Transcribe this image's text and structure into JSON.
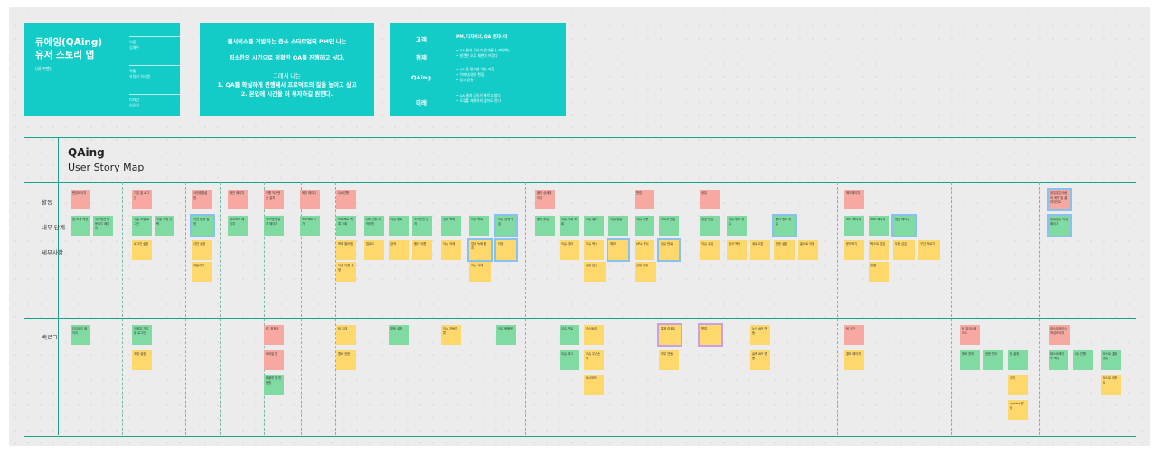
{
  "panel1": {
    "title_line1": "큐에잉(QAing)",
    "title_line2": "유저 스토리 맵",
    "subtitle": "(워크맵)",
    "meta": [
      {
        "k": "이름",
        "v": "김예우"
      },
      {
        "k": "역할",
        "v": "유틸리 하세원"
      },
      {
        "k": "디자인",
        "v": "이유이"
      }
    ]
  },
  "panel2": {
    "l1": "웹서비스를 개발하는 중소 스타트업의 PM인 나는",
    "l2": "최소한의 시간으로 정확한 QA를 진행하고 싶다.",
    "l3": "그래서 나는",
    "l4": "1. QA를 확실하게 진행해서 프로덕트의 질을 높이고 싶고",
    "l5": "2. 본업에 시간을 더 투자하길 원한다."
  },
  "panel3": {
    "labels": [
      "고객",
      "현재",
      "QAing",
      "미래"
    ],
    "customer": "PM, 디자이너, QA 엔지니어",
    "current": "• QA 결과 공유가 번거롭다 (파편화)\n• 발견한 오류 재현이 어렵다",
    "qaing": "• QA 중 필요한 이슈 저장\n• 이미지/영상 편집\n• 링크 공유",
    "future": "• QA 결과 공유가 빠르고 쉽다\n• 오류를 재현하지 않아도 된다"
  },
  "map": {
    "title": "QAing",
    "subtitle": "User Story Map",
    "row_labels": [
      "활동",
      "내부 단계",
      "세부사항",
      "백로그"
    ]
  },
  "notes": [
    {
      "id": "a1",
      "t": "랜딩페이지",
      "c": "r"
    },
    {
      "id": "a2",
      "t": "가입 및 로그인",
      "c": "r"
    },
    {
      "id": "a3",
      "t": "사전환경설정",
      "c": "r"
    },
    {
      "id": "a4",
      "t": "메인 페이지",
      "c": "r"
    },
    {
      "id": "a5",
      "t": "크롬 익스텐션 설치",
      "c": "r"
    },
    {
      "id": "a6",
      "t": "메인 페이지",
      "c": "r"
    },
    {
      "id": "a7",
      "t": "QA 진행",
      "c": "r"
    },
    {
      "id": "a8",
      "t": "폴더 상세페이지",
      "c": "r"
    },
    {
      "id": "a9",
      "t": "편집",
      "c": "r"
    },
    {
      "id": "a10",
      "t": "공유",
      "c": "r"
    },
    {
      "id": "a11",
      "t": "에러페이지",
      "c": "r"
    },
    {
      "id": "a12",
      "t": "공유받은사람의 화면 및 클라이언트",
      "c": "r",
      "b": true
    },
    {
      "id": "s1",
      "t": "웹 소개 섹션",
      "c": "g"
    },
    {
      "id": "s2",
      "t": "익스텐션 다운로드 페이지",
      "c": "g"
    },
    {
      "id": "s3",
      "t": "구글 소셜 로그인",
      "c": "g"
    },
    {
      "id": "s4",
      "t": "구글 계정 선택",
      "c": "g"
    },
    {
      "id": "s5",
      "t": "사전 환경 설정",
      "c": "g",
      "b": true
    },
    {
      "id": "s6",
      "t": "대시보드 페이지",
      "c": "g"
    },
    {
      "id": "s7",
      "t": "익스텐션 설치 페이지",
      "c": "g"
    },
    {
      "id": "s8",
      "t": "프로젝트 추가",
      "c": "g"
    },
    {
      "id": "s9",
      "t": "프로젝트 목록 조회",
      "c": "g"
    },
    {
      "id": "s10",
      "t": "QA 진행 시작하기",
      "c": "g"
    },
    {
      "id": "s11",
      "t": "이슈 등록",
      "c": "g"
    },
    {
      "id": "s12",
      "t": "스크린샷 캡처",
      "c": "g"
    },
    {
      "id": "s13",
      "t": "영상 녹화",
      "c": "g"
    },
    {
      "id": "s14",
      "t": "이슈 목록",
      "c": "g"
    },
    {
      "id": "s15",
      "t": "이슈 상세 편집",
      "c": "g",
      "b": true
    },
    {
      "id": "s16",
      "t": "폴더 공유",
      "c": "g"
    },
    {
      "id": "s17",
      "t": "이슈 목록 조회",
      "c": "g"
    },
    {
      "id": "s18",
      "t": "이슈 필터",
      "c": "g"
    },
    {
      "id": "s19",
      "t": "이슈 정렬",
      "c": "g"
    },
    {
      "id": "s20",
      "t": "이슈 이동",
      "c": "g"
    },
    {
      "id": "s21",
      "t": "이미지 편집",
      "c": "g"
    },
    {
      "id": "s22",
      "t": "영상 편집",
      "c": "g"
    },
    {
      "id": "s23",
      "t": "이슈 링크 공유",
      "c": "g"
    },
    {
      "id": "s24",
      "t": "폴더 링크 공유",
      "c": "g",
      "b": true
    },
    {
      "id": "s25",
      "t": "404 페이지",
      "c": "g"
    },
    {
      "id": "s26",
      "t": "500 페이지",
      "c": "g"
    },
    {
      "id": "s27",
      "t": "점검 페이지",
      "c": "g",
      "b": true
    },
    {
      "id": "s28",
      "t": "공유받은 이슈 페이지",
      "c": "g",
      "b": true
    },
    {
      "id": "d1",
      "t": "로그인 설정",
      "c": "y"
    },
    {
      "id": "d2",
      "t": "사전 설정",
      "c": "y"
    },
    {
      "id": "d3",
      "t": "목록 필터링",
      "c": "y"
    },
    {
      "id": "d4",
      "t": "이슈 삭제",
      "c": "y"
    },
    {
      "id": "d5",
      "t": "영상 녹화 중지",
      "c": "y",
      "b": true
    },
    {
      "id": "d6",
      "t": "이슈 필터",
      "c": "y"
    },
    {
      "id": "d7",
      "t": "이슈 복사",
      "c": "y"
    },
    {
      "id": "d8",
      "t": "URL 복사",
      "c": "y"
    },
    {
      "id": "d9",
      "t": "이슈 공유",
      "c": "y"
    },
    {
      "id": "d10",
      "t": "링크 복사",
      "c": "y"
    },
    {
      "id": "d11",
      "t": "새로고침",
      "c": "y"
    },
    {
      "id": "d12",
      "t": "권한 설정",
      "c": "y"
    },
    {
      "id": "d13",
      "t": "홈으로 이동",
      "c": "y"
    },
    {
      "id": "d14",
      "t": "문의하기",
      "c": "y"
    },
    {
      "id": "d15",
      "t": "텍스트 삽입",
      "c": "y"
    },
    {
      "id": "d16",
      "t": "도형 삽입",
      "c": "y"
    },
    {
      "id": "d17",
      "t": "구간 자르기",
      "c": "y"
    },
    {
      "id": "d18",
      "t": "되돌리기",
      "c": "y"
    },
    {
      "id": "d19",
      "t": "이슈 이름 수정",
      "c": "y"
    },
    {
      "id": "d20",
      "t": "이슈 삭제",
      "c": "y"
    },
    {
      "id": "d21",
      "t": "공유 옵션",
      "c": "y"
    },
    {
      "id": "d22",
      "t": "공유 범위",
      "c": "y"
    },
    {
      "id": "d23",
      "t": "정렬",
      "c": "y"
    },
    {
      "id": "d24",
      "t": "검색",
      "c": "y"
    },
    {
      "id": "d25",
      "t": "폴더 이름",
      "c": "y"
    },
    {
      "id": "d26",
      "t": "이동",
      "c": "y",
      "b": true
    },
    {
      "id": "d27",
      "t": "메모",
      "c": "y",
      "b": true
    },
    {
      "id": "d28",
      "t": "공유 만료",
      "c": "y",
      "b": true
    },
    {
      "id": "d29",
      "t": "업로드",
      "c": "y"
    },
    {
      "id": "k1",
      "t": "다크모드 페이지",
      "c": "g"
    },
    {
      "id": "k2",
      "t": "이메일 가입 및 로그인",
      "c": "g"
    },
    {
      "id": "k3",
      "t": "계정 설정",
      "c": "y"
    },
    {
      "id": "k4",
      "t": "PC 최적화",
      "c": "r"
    },
    {
      "id": "k5",
      "t": "모바일 웹",
      "c": "r"
    },
    {
      "id": "k6",
      "t": "태블릿 및 반응형",
      "c": "g"
    },
    {
      "id": "k7",
      "t": "팀 초대",
      "c": "y"
    },
    {
      "id": "k8",
      "t": "멤버 권한",
      "c": "y"
    },
    {
      "id": "k9",
      "t": "알림 설정",
      "c": "g"
    },
    {
      "id": "k10",
      "t": "이슈 자동분류",
      "c": "y"
    },
    {
      "id": "k11",
      "t": "이슈 템플릿",
      "c": "g"
    },
    {
      "id": "k12",
      "t": "이슈 댓글",
      "c": "g"
    },
    {
      "id": "k13",
      "t": "이슈 태그",
      "c": "g"
    },
    {
      "id": "k14",
      "t": "히스토리",
      "c": "y"
    },
    {
      "id": "k15",
      "t": "이슈 우선순위",
      "c": "y"
    },
    {
      "id": "k16",
      "t": "대시보드",
      "c": "y"
    },
    {
      "id": "k17",
      "t": "통계 리포트",
      "c": "y",
      "v": true
    },
    {
      "id": "k18",
      "t": "외부 연동",
      "c": "y"
    },
    {
      "id": "k19",
      "t": "협업",
      "c": "y",
      "v": true
    },
    {
      "id": "k20",
      "t": "노션 API 연동",
      "c": "y"
    },
    {
      "id": "k21",
      "t": "슬랙 API 연동",
      "c": "y"
    },
    {
      "id": "k22",
      "t": "팀 공간",
      "c": "r"
    },
    {
      "id": "k23",
      "t": "결제 페이지",
      "c": "y"
    },
    {
      "id": "k24",
      "t": "팀 워크스페이스",
      "c": "r"
    },
    {
      "id": "k25",
      "t": "멤버 관리",
      "c": "g"
    },
    {
      "id": "k26",
      "t": "권한 관리",
      "c": "g"
    },
    {
      "id": "k27",
      "t": "팀 설정",
      "c": "g"
    },
    {
      "id": "k28",
      "t": "공지",
      "c": "y"
    },
    {
      "id": "k29",
      "t": "update 알림",
      "c": "y"
    },
    {
      "id": "k30",
      "t": "테스트케이스 작성페이지",
      "c": "r"
    },
    {
      "id": "k31",
      "t": "테스트케이스 목록",
      "c": "g"
    },
    {
      "id": "k32",
      "t": "QA 진행",
      "c": "g"
    },
    {
      "id": "k33",
      "t": "테스트 결과 공유",
      "c": "g"
    },
    {
      "id": "k34",
      "t": "테스트 리포트",
      "c": "y"
    }
  ]
}
